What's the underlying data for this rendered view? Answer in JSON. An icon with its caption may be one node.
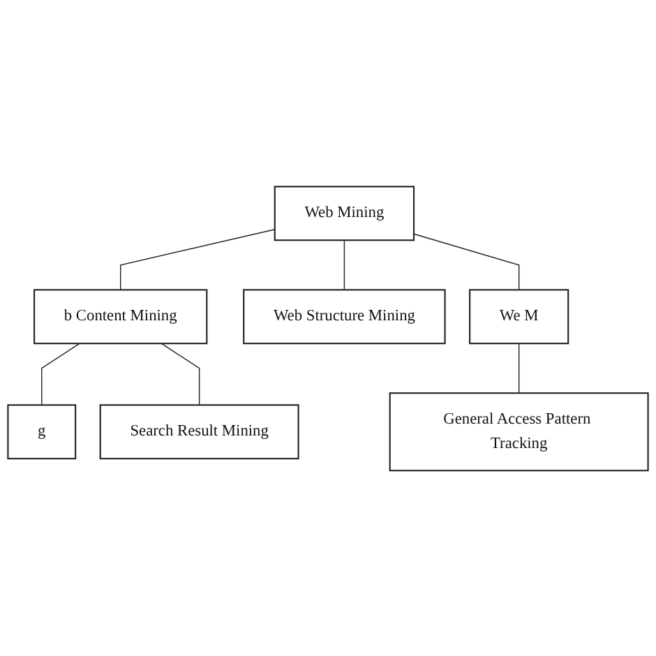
{
  "diagram": {
    "nodes": [
      {
        "text": [
          "Web Mining"
        ]
      },
      {
        "text": [
          "b Content Mining"
        ]
      },
      {
        "text": [
          "Web Structure Mining"
        ]
      },
      {
        "text": [
          "We M"
        ]
      },
      {
        "text": [
          "g"
        ]
      },
      {
        "text": [
          "Search Result Mining"
        ]
      },
      {
        "text": [
          "General Access Pattern Tracking"
        ]
      }
    ],
    "edges": [
      {
        "from": 0,
        "to": 1,
        "arrow": "none"
      },
      {
        "from": 0,
        "to": 2,
        "arrow": "none"
      },
      {
        "from": 0,
        "to": 3,
        "arrow": "none"
      },
      {
        "from": 1,
        "to": 4,
        "arrow": "none"
      },
      {
        "from": 1,
        "to": 5,
        "arrow": "none"
      },
      {
        "from": 3,
        "to": 6,
        "arrow": "none"
      }
    ]
  }
}
